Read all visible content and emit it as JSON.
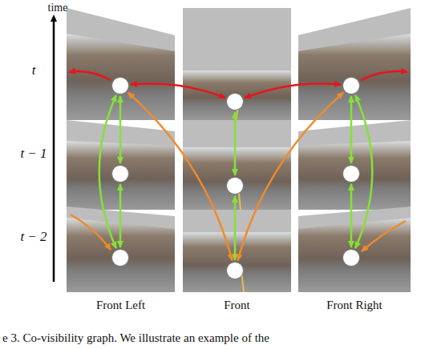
{
  "diagram": {
    "caption": "e 3. Co-visibility graph. We illustrate an example of the",
    "nodes": [
      {
        "text": [
          "Front Left"
        ]
      },
      {
        "text": [],
        "in": 0
      },
      {
        "text": [],
        "in": 0
      },
      {
        "text": [],
        "in": 0
      },
      {
        "text": [
          "Front"
        ]
      },
      {
        "text": [],
        "in": 4
      },
      {
        "text": [],
        "in": 4
      },
      {
        "text": [],
        "in": 4
      },
      {
        "text": [
          "Front Right"
        ]
      },
      {
        "text": [],
        "in": 8
      },
      {
        "text": [],
        "in": 8
      },
      {
        "text": [],
        "in": 8
      }
    ],
    "edges": [
      {
        "from": 1,
        "to": 5,
        "arrow": "both"
      },
      {
        "from": 5,
        "to": 9,
        "arrow": "both"
      },
      {
        "from": 1,
        "to": 2,
        "arrow": "both"
      },
      {
        "from": 2,
        "to": 3,
        "arrow": "both"
      },
      {
        "from": 1,
        "to": 3,
        "arrow": "both"
      },
      {
        "from": 5,
        "to": 6,
        "arrow": "both"
      },
      {
        "from": 6,
        "to": 7,
        "arrow": "both"
      },
      {
        "from": 9,
        "to": 10,
        "arrow": "both"
      },
      {
        "from": 10,
        "to": 11,
        "arrow": "both"
      },
      {
        "from": 9,
        "to": 11,
        "arrow": "both"
      },
      {
        "from": 1,
        "to": 7,
        "arrow": "both"
      },
      {
        "from": 9,
        "to": 7,
        "arrow": "both"
      }
    ],
    "labels": [
      "time",
      "t",
      "t − 1",
      "t − 2"
    ]
  }
}
